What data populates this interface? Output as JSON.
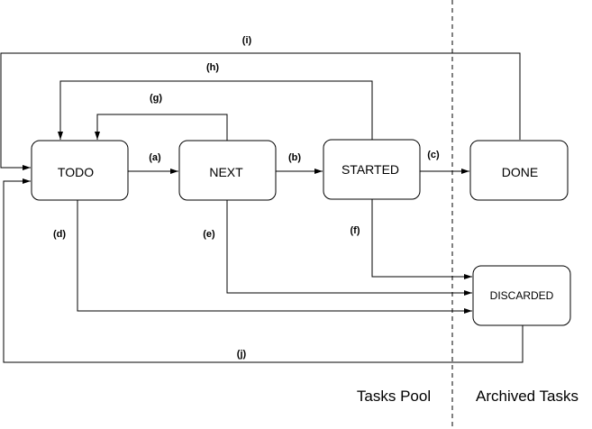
{
  "states": {
    "todo": "TODO",
    "next": "NEXT",
    "started": "STARTED",
    "done": "DONE",
    "discarded": "DISCARDED"
  },
  "transitions": {
    "a": "(a)",
    "b": "(b)",
    "c": "(c)",
    "d": "(d)",
    "e": "(e)",
    "f": "(f)",
    "g": "(g)",
    "h": "(h)",
    "i": "(i)",
    "j": "(j)"
  },
  "regions": {
    "pool": "Tasks Pool",
    "archived": "Archived Tasks"
  }
}
